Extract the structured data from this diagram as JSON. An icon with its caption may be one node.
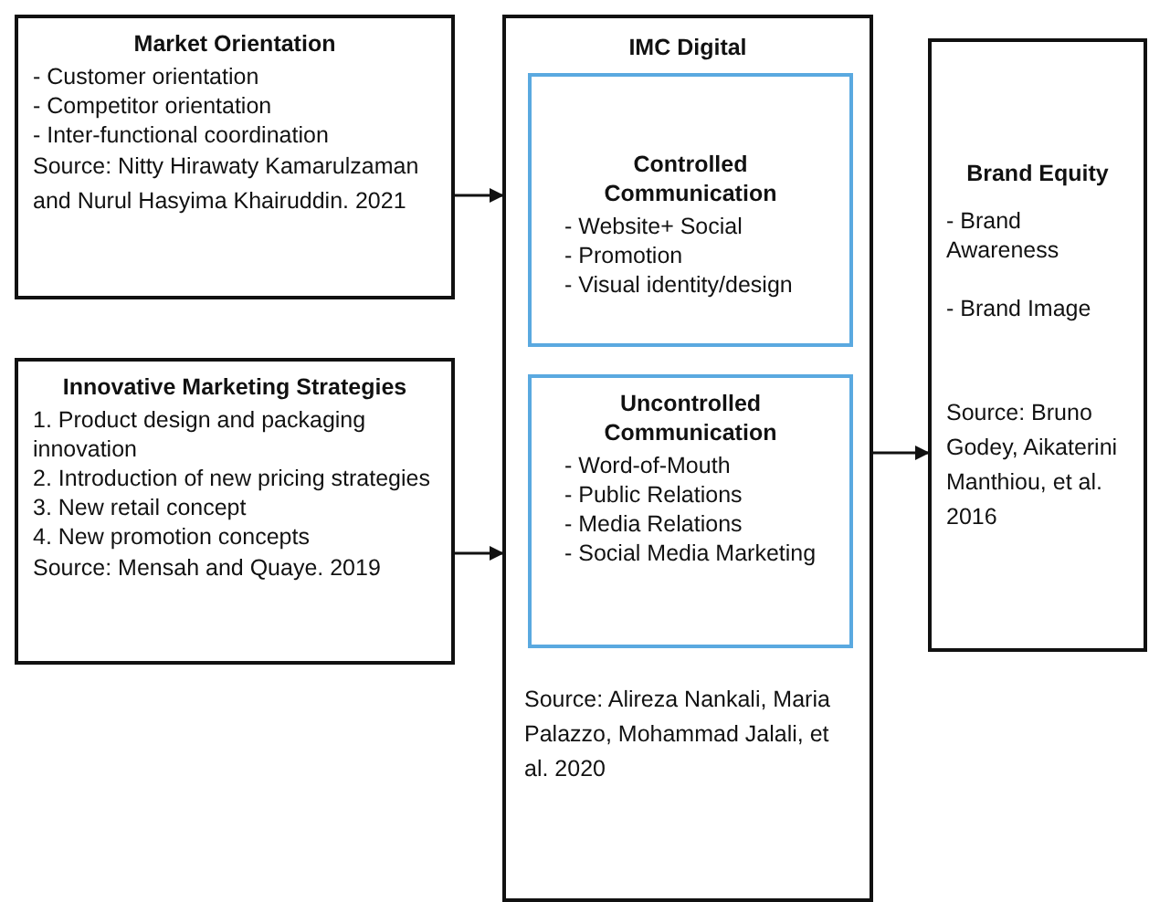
{
  "diagram": {
    "nodes": [
      {
        "text": [
          "Market Orientation",
          "- Customer orientation",
          "- Competitor orientation",
          "- Inter-functional coordination",
          "Source: Nitty Hirawaty Kamarulzaman and Nurul Hasyima Khairuddin. 2021"
        ]
      },
      {
        "text": [
          "Innovative Marketing Strategies",
          "1. Product design and packaging innovation",
          "2. Introduction of new pricing strategies",
          "3. New retail concept",
          "4. New promotion concepts",
          "Source: Mensah and Quaye. 2019"
        ]
      },
      {
        "text": [
          "IMC Digital",
          "Source: Alireza Nankali, Maria Palazzo, Mohammad Jalali, et al. 2020"
        ]
      },
      {
        "text": [
          "Controlled Communication",
          "- Website+ Social",
          "- Promotion",
          "- Visual identity/design"
        ],
        "in": 2
      },
      {
        "text": [
          "Uncontrolled Communication",
          "- Word-of-Mouth",
          "- Public Relations",
          "- Media Relations",
          "- Social Media Marketing"
        ],
        "in": 2
      },
      {
        "text": [
          "Brand Equity",
          "- Brand Awareness",
          "- Brand Image",
          "Source: Bruno Godey, Aikaterini Manthiou, et al. 2016"
        ]
      }
    ],
    "edges": [
      {
        "from": 0,
        "to": 2,
        "arrow": "to"
      },
      {
        "from": 1,
        "to": 2,
        "arrow": "to"
      },
      {
        "from": 2,
        "to": 5,
        "arrow": "to"
      }
    ]
  }
}
